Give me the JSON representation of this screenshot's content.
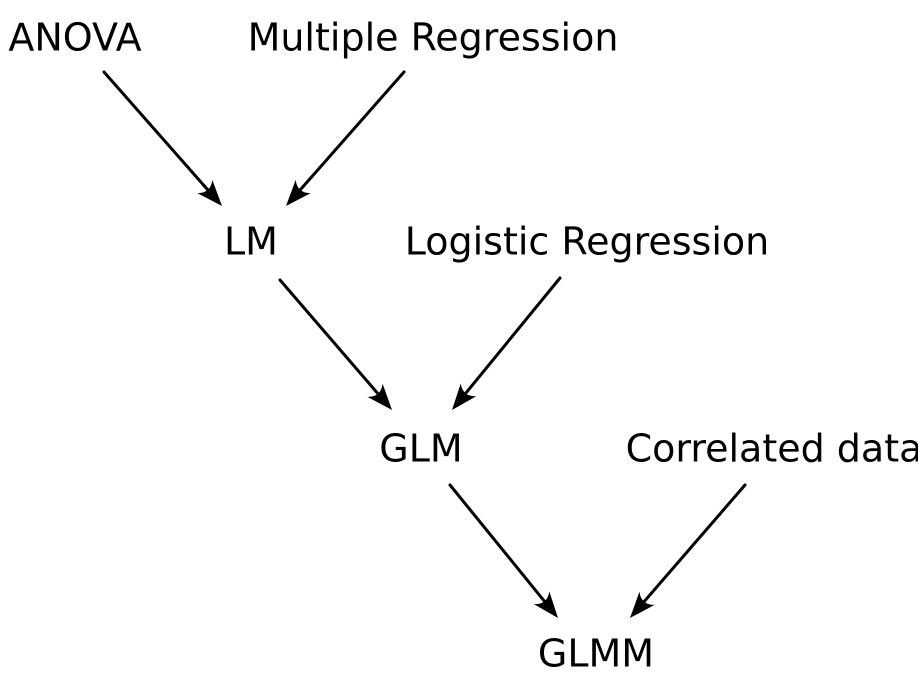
{
  "nodes": {
    "anova": "ANOVA",
    "multiple_regression": "Multiple Regression",
    "lm": "LM",
    "logistic_regression": "Logistic Regression",
    "glm": "GLM",
    "correlated_data": "Correlated data",
    "glmm": "GLMM"
  },
  "edges": [
    {
      "from": "anova",
      "to": "lm"
    },
    {
      "from": "multiple_regression",
      "to": "lm"
    },
    {
      "from": "lm",
      "to": "glm"
    },
    {
      "from": "logistic_regression",
      "to": "glm"
    },
    {
      "from": "glm",
      "to": "glmm"
    },
    {
      "from": "correlated_data",
      "to": "glmm"
    }
  ],
  "colors": {
    "text": "#000000",
    "arrow": "#000000",
    "background": "#ffffff"
  }
}
